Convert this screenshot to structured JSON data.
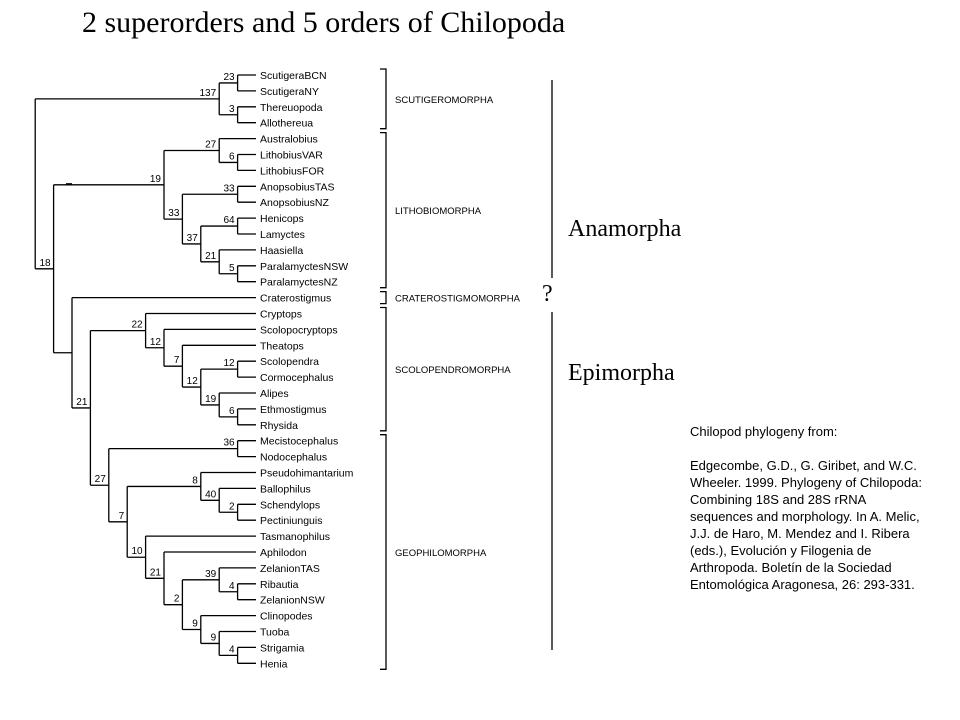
{
  "title": "2 superorders and 5 orders of Chilopoda",
  "taxa": [
    "ScutigeraBCN",
    "ScutigeraNY",
    "Thereuopoda",
    "Allothereua",
    "Australobius",
    "LithobiusVAR",
    "LithobiusFOR",
    "AnopsobiusTAS",
    "AnopsobiusNZ",
    "Henicops",
    "Lamyctes",
    "Haasiella",
    "ParalamyctesNSW",
    "ParalamyctesNZ",
    "Craterostigmus",
    "Cryptops",
    "Scolopocryptops",
    "Theatops",
    "Scolopendra",
    "Cormocephalus",
    "Alipes",
    "Ethmostigmus",
    "Rhysida",
    "Mecistocephalus",
    "Nodocephalus",
    "Pseudohimantarium",
    "Ballophilus",
    "Schendylops",
    "Pectiniunguis",
    "Tasmanophilus",
    "Aphilodon",
    "ZelanionTAS",
    "Ribautia",
    "ZelanionNSW",
    "Clinopodes",
    "Tuoba",
    "Strigamia",
    "Henia"
  ],
  "orders": [
    {
      "name": "SCUTIGEROMORPHA",
      "first": 0,
      "last": 3
    },
    {
      "name": "LITHOBIOMORPHA",
      "first": 4,
      "last": 13
    },
    {
      "name": "CRATEROSTIGMOMORPHA",
      "first": 14,
      "last": 14
    },
    {
      "name": "SCOLOPENDROMORPHA",
      "first": 15,
      "last": 22
    },
    {
      "name": "GEOPHILOMORPHA",
      "first": 23,
      "last": 37
    }
  ],
  "superorders": {
    "anamorpha": "Anamorpha",
    "epimorpha": "Epimorpha",
    "uncertain": "?"
  },
  "citation": {
    "heading": "Chilopod phylogeny from:",
    "body": "Edgecombe, G.D., G. Giribet, and W.C. Wheeler. 1999. Phylogeny of Chilopoda: Combining 18S and 28S rRNA sequences and morphology. In A. Melic, J.J. de Haro, M. Mendez and I. Ribera (eds.), Evolución y Filogenia de Arthropoda. Boletín de la Sociedad Entomológica Aragonesa, 26: 293-331."
  },
  "tree": {
    "id": "root",
    "support": "",
    "children": [
      {
        "id": "scutigeromorpha",
        "support": "137",
        "children": [
          {
            "id": "scut-a",
            "support": "23",
            "children": [
              {
                "tip": 0
              },
              {
                "tip": 1
              }
            ]
          },
          {
            "id": "scut-b",
            "support": "3",
            "children": [
              {
                "tip": 2
              },
              {
                "tip": 3
              }
            ]
          }
        ]
      },
      {
        "id": "pleurostigmophora",
        "support": "18",
        "children": [
          {
            "id": "lithobiomorpha",
            "support": "19",
            "children": [
              {
                "id": "lith-a",
                "support": "27",
                "children": [
                  {
                    "tip": 4
                  },
                  {
                    "id": "lithobius",
                    "support": "6",
                    "children": [
                      {
                        "tip": 5
                      },
                      {
                        "tip": 6
                      }
                    ]
                  }
                ]
              },
              {
                "id": "henicopidae",
                "support": "33",
                "children": [
                  {
                    "id": "anopsobius",
                    "support": "33",
                    "children": [
                      {
                        "tip": 7
                      },
                      {
                        "tip": 8
                      }
                    ]
                  },
                  {
                    "id": "henicopinae",
                    "support": "37",
                    "children": [
                      {
                        "id": "hen-a",
                        "support": "64",
                        "children": [
                          {
                            "tip": 9
                          },
                          {
                            "tip": 10
                          }
                        ]
                      },
                      {
                        "id": "hen-b",
                        "support": "21",
                        "children": [
                          {
                            "tip": 11
                          },
                          {
                            "id": "paralamyctes",
                            "support": "5",
                            "children": [
                              {
                                "tip": 12
                              },
                              {
                                "tip": 13
                              }
                            ]
                          }
                        ]
                      }
                    ]
                  }
                ]
              }
            ]
          },
          {
            "id": "phylactometria",
            "support": "",
            "children": [
              {
                "tip": 14
              },
              {
                "id": "epimorpha",
                "support": "21",
                "children": [
                  {
                    "id": "scolopendromorpha",
                    "support": "22",
                    "children": [
                      {
                        "tip": 15
                      },
                      {
                        "id": "scol-a",
                        "support": "12",
                        "children": [
                          {
                            "tip": 16
                          },
                          {
                            "id": "scol-b",
                            "support": "7",
                            "children": [
                              {
                                "tip": 17
                              },
                              {
                                "id": "scolopendridae",
                                "support": "12",
                                "children": [
                                  {
                                    "id": "scolopendrinae",
                                    "support": "12",
                                    "children": [
                                      {
                                        "tip": 18
                                      },
                                      {
                                        "tip": 19
                                      }
                                    ]
                                  },
                                  {
                                    "id": "otostigminae",
                                    "support": "19",
                                    "children": [
                                      {
                                        "tip": 20
                                      },
                                      {
                                        "id": "oto-b",
                                        "support": "6",
                                        "children": [
                                          {
                                            "tip": 21
                                          },
                                          {
                                            "tip": 22
                                          }
                                        ]
                                      }
                                    ]
                                  }
                                ]
                              }
                            ]
                          }
                        ]
                      }
                    ]
                  },
                  {
                    "id": "geophilomorpha",
                    "support": "27",
                    "children": [
                      {
                        "id": "mecistocephalidae",
                        "support": "36",
                        "children": [
                          {
                            "tip": 23
                          },
                          {
                            "tip": 24
                          }
                        ]
                      },
                      {
                        "id": "adesmata",
                        "support": "7",
                        "children": [
                          {
                            "id": "geo-a",
                            "support": "8",
                            "children": [
                              {
                                "tip": 25
                              },
                              {
                                "id": "geo-b",
                                "support": "40",
                                "children": [
                                  {
                                    "tip": 26
                                  },
                                  {
                                    "id": "geo-c",
                                    "support": "2",
                                    "children": [
                                      {
                                        "tip": 27
                                      },
                                      {
                                        "tip": 28
                                      }
                                    ]
                                  }
                                ]
                              }
                            ]
                          },
                          {
                            "id": "geo-d",
                            "support": "10",
                            "children": [
                              {
                                "tip": 29
                              },
                              {
                                "id": "geo-e",
                                "support": "21",
                                "children": [
                                  {
                                    "tip": 30
                                  },
                                  {
                                    "id": "geo-f",
                                    "support": "2",
                                    "children": [
                                      {
                                        "id": "geo-g",
                                        "support": "39",
                                        "children": [
                                          {
                                            "tip": 31
                                          },
                                          {
                                            "id": "geo-h",
                                            "support": "4",
                                            "children": [
                                              {
                                                "tip": 32
                                              },
                                              {
                                                "tip": 33
                                              }
                                            ]
                                          }
                                        ]
                                      },
                                      {
                                        "id": "geo-i",
                                        "support": "9",
                                        "children": [
                                          {
                                            "tip": 34
                                          },
                                          {
                                            "id": "geo-j",
                                            "support": "9",
                                            "children": [
                                              {
                                                "tip": 35
                                              },
                                              {
                                                "id": "geo-k",
                                                "support": "4",
                                                "children": [
                                                  {
                                                    "tip": 36
                                                  },
                                                  {
                                                    "tip": 37
                                                  }
                                                ]
                                              }
                                            ]
                                          }
                                        ]
                                      }
                                    ]
                                  }
                                ]
                              }
                            ]
                          }
                        ]
                      }
                    ]
                  }
                ]
              }
            ]
          }
        ]
      }
    ]
  }
}
